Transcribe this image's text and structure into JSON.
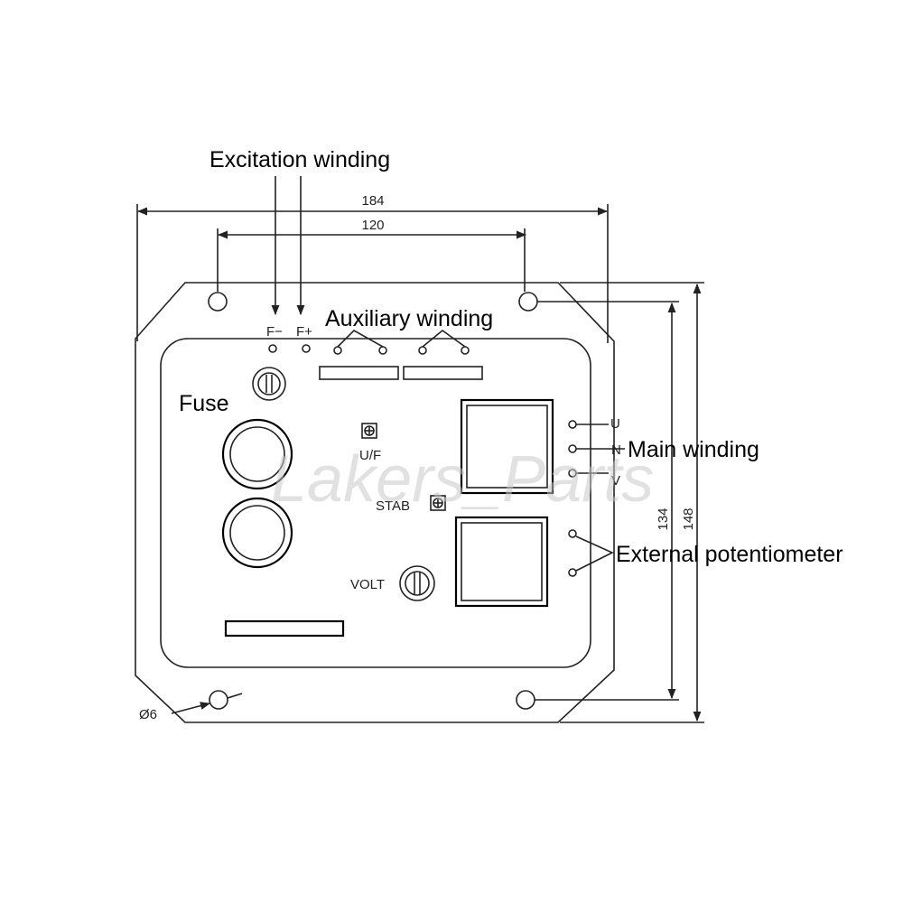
{
  "callouts": {
    "excitation_winding": "Excitation winding",
    "auxiliary_winding": "Auxiliary winding",
    "fuse": "Fuse",
    "main_winding": "Main winding",
    "external_potentiometer": "External potentiometer"
  },
  "terminals": {
    "f_minus": "F−",
    "f_plus": "F+",
    "u": "U",
    "n": "N",
    "v": "V"
  },
  "controls": {
    "uf": "U/F",
    "stab": "STAB",
    "volt": "VOLT"
  },
  "dimensions": {
    "width_outer": "184",
    "width_holes": "120",
    "height_holes": "134",
    "height_outer": "148",
    "hole_diameter": "Ø6"
  },
  "watermark": "Lakers_Parts",
  "colors": {
    "line": "#222222",
    "background": "#ffffff",
    "watermark": "#c9c9c9"
  }
}
